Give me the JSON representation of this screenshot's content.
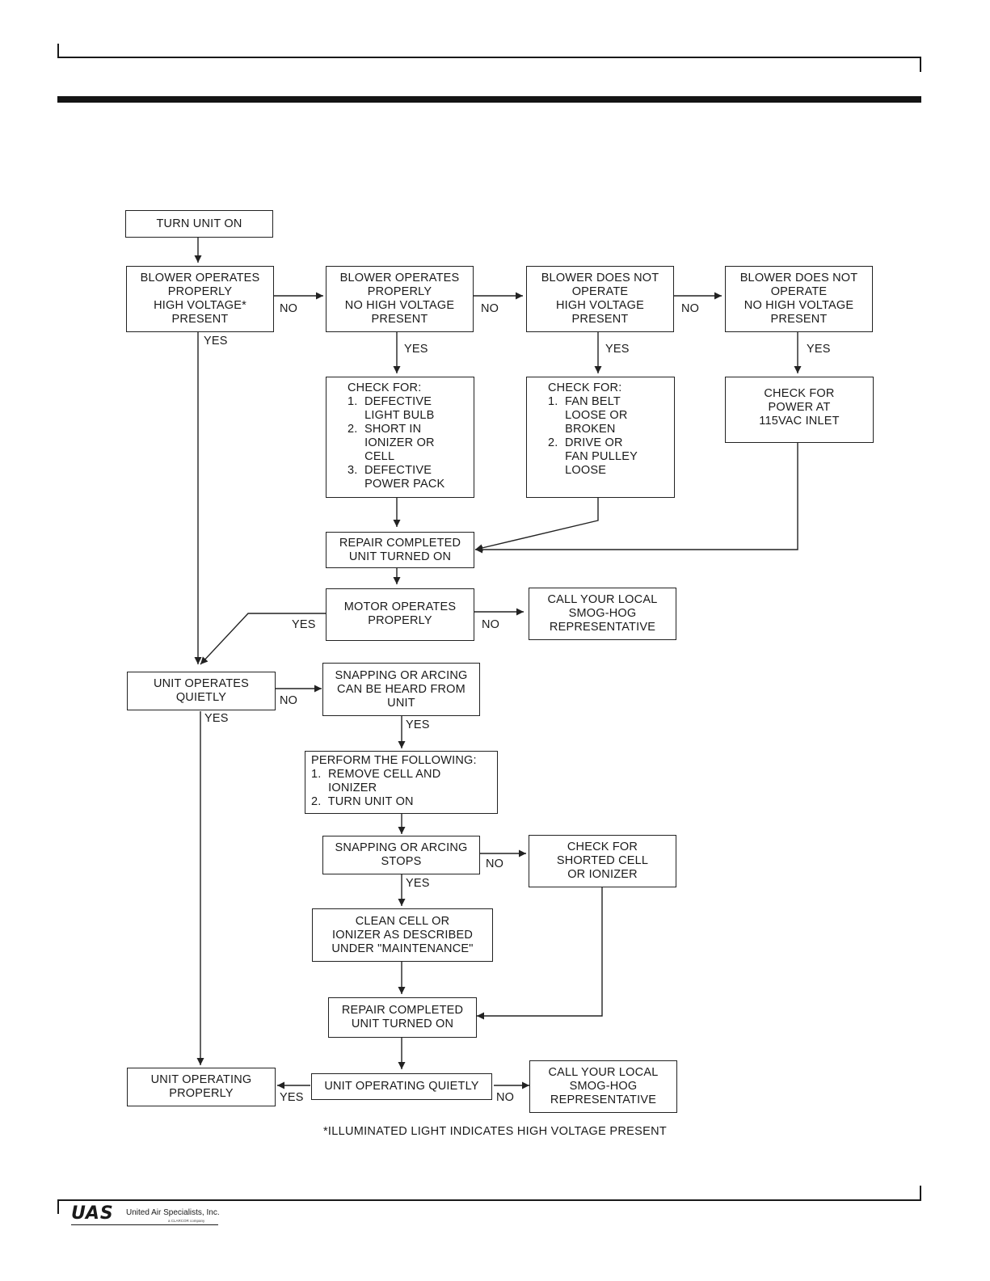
{
  "boxes": {
    "turn_on": [
      "TURN UNIT ON"
    ],
    "c1_hv": [
      "BLOWER OPERATES",
      "PROPERLY",
      "HIGH VOLTAGE*",
      "PRESENT"
    ],
    "c2_nohv": [
      "BLOWER OPERATES",
      "PROPERLY",
      "NO HIGH VOLTAGE",
      "PRESENT"
    ],
    "c3_noop_hv": [
      "BLOWER DOES NOT",
      "OPERATE",
      "HIGH VOLTAGE",
      "PRESENT"
    ],
    "c4_noop_nohv": [
      "BLOWER DOES NOT",
      "OPERATE",
      "NO HIGH VOLTAGE",
      "PRESENT"
    ],
    "check2": [
      "CHECK FOR:",
      "1.  DEFECTIVE",
      "     LIGHT BULB",
      "2.  SHORT IN",
      "     IONIZER OR",
      "     CELL",
      "3.  DEFECTIVE",
      "     POWER PACK"
    ],
    "check3": [
      "CHECK FOR:",
      "1.  FAN BELT",
      "     LOOSE OR",
      "     BROKEN",
      "2.  DRIVE OR",
      "     FAN PULLEY",
      "     LOOSE"
    ],
    "check4": [
      "CHECK FOR",
      "POWER AT",
      "115VAC INLET"
    ],
    "repair1": [
      "REPAIR COMPLETED",
      "UNIT TURNED ON"
    ],
    "motor": [
      "MOTOR OPERATES",
      "PROPERLY"
    ],
    "call1": [
      "CALL YOUR LOCAL",
      "SMOG-HOG",
      "REPRESENTATIVE"
    ],
    "quiet": [
      "UNIT OPERATES",
      "QUIETLY"
    ],
    "snap1": [
      "SNAPPING OR ARCING",
      "CAN BE HEARD FROM",
      "UNIT"
    ],
    "perform": [
      "PERFORM THE FOLLOWING:",
      "1.  REMOVE CELL AND",
      "     IONIZER",
      "2.  TURN UNIT ON"
    ],
    "snap2": [
      "SNAPPING OR ARCING",
      "STOPS"
    ],
    "shorted": [
      "CHECK FOR",
      "SHORTED CELL",
      "OR IONIZER"
    ],
    "clean": [
      "CLEAN CELL OR",
      "IONIZER AS DESCRIBED",
      "UNDER \"MAINTENANCE\""
    ],
    "repair2": [
      "REPAIR COMPLETED",
      "UNIT TURNED ON"
    ],
    "operating_quiet": [
      "UNIT OPERATING QUIETLY"
    ],
    "operating_properly": [
      "UNIT OPERATING",
      "PROPERLY"
    ],
    "call2": [
      "CALL YOUR LOCAL",
      "SMOG-HOG",
      "REPRESENTATIVE"
    ]
  },
  "labels": {
    "no": "NO",
    "yes": "YES"
  },
  "footnote": "*ILLUMINATED LIGHT INDICATES HIGH VOLTAGE PRESENT",
  "logo": {
    "mark": "UAS",
    "name": "United Air Specialists, Inc.",
    "sub": "a CLARCOR company"
  }
}
